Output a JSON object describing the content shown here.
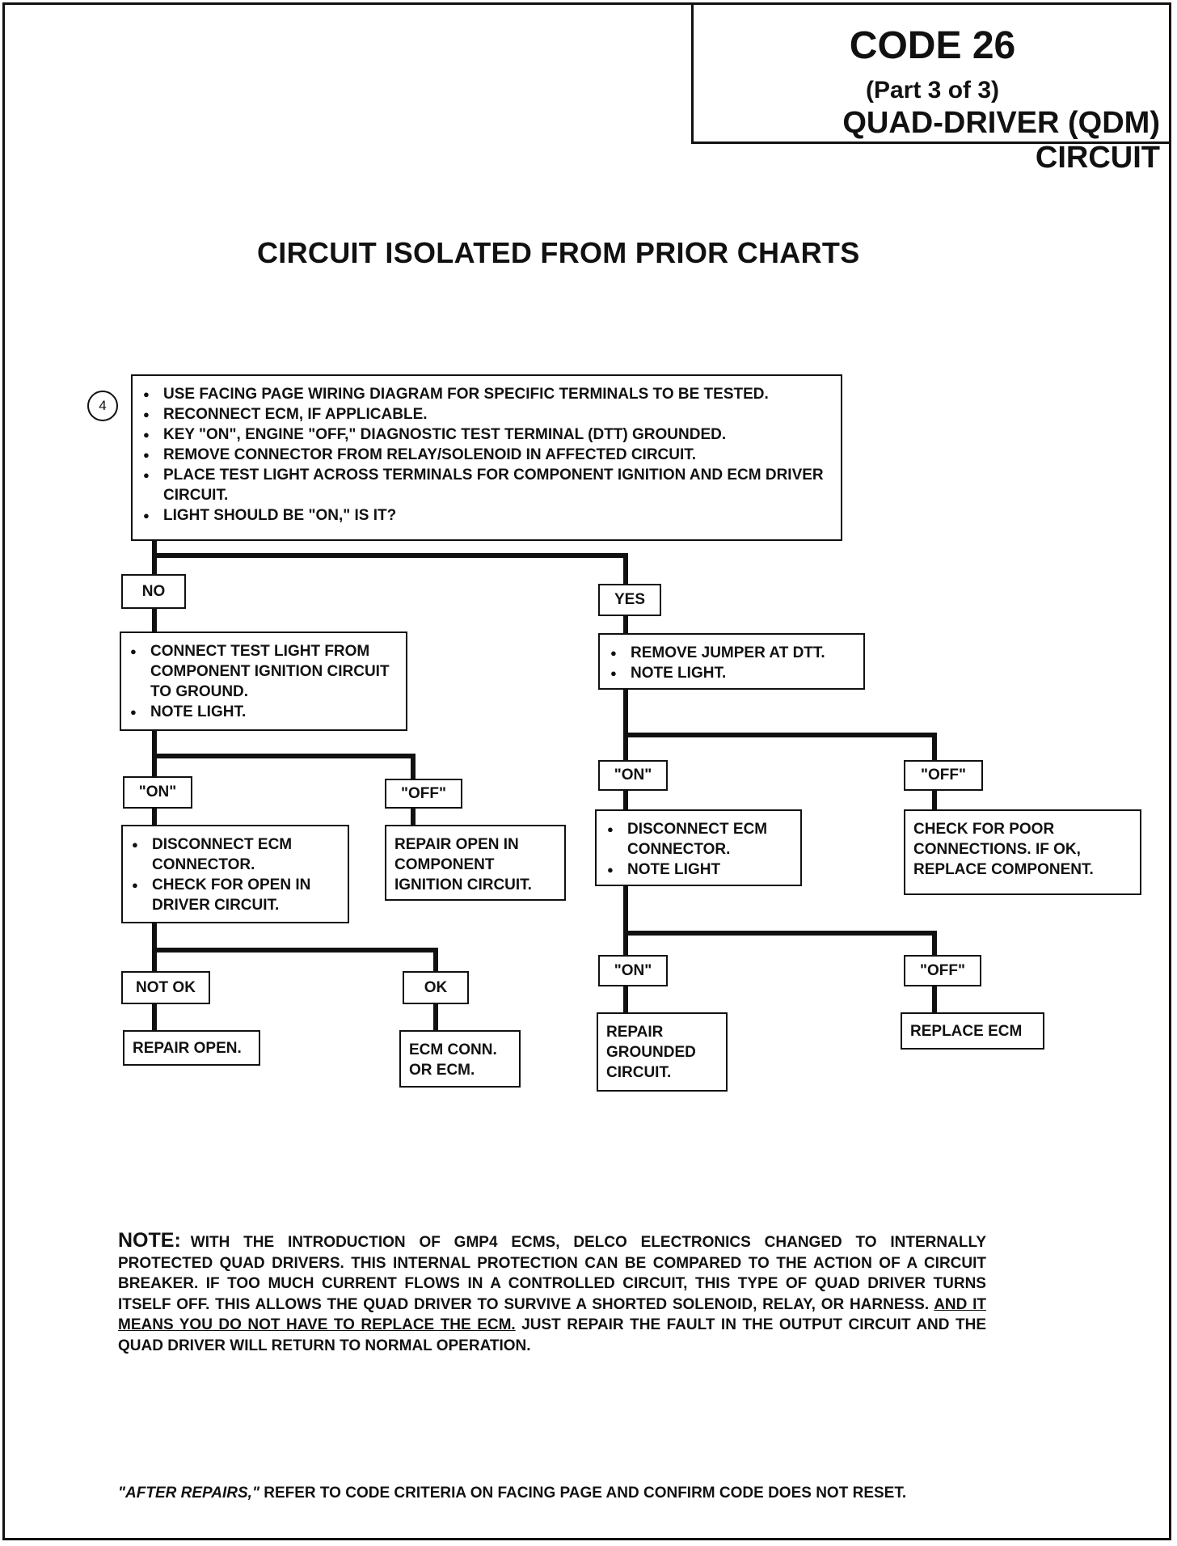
{
  "header": {
    "code": "CODE 26",
    "part": "(Part 3 of 3)",
    "circuit": "QUAD-DRIVER (QDM) CIRCUIT"
  },
  "heading": "CIRCUIT ISOLATED FROM PRIOR CHARTS",
  "step_number": "4",
  "start_box": {
    "items": [
      "USE FACING PAGE WIRING DIAGRAM FOR SPECIFIC TERMINALS TO BE TESTED.",
      "RECONNECT ECM, IF APPLICABLE.",
      "KEY \"ON\", ENGINE \"OFF,\" DIAGNOSTIC TEST TERMINAL (DTT) GROUNDED.",
      "REMOVE CONNECTOR FROM RELAY/SOLENOID IN AFFECTED CIRCUIT.",
      "PLACE TEST LIGHT ACROSS TERMINALS FOR COMPONENT IGNITION AND ECM DRIVER CIRCUIT.",
      "LIGHT SHOULD BE \"ON,\" IS IT?"
    ]
  },
  "branch_no": {
    "label": "NO",
    "box": [
      "CONNECT TEST LIGHT FROM COMPONENT IGNITION CIRCUIT TO GROUND.",
      "NOTE LIGHT."
    ],
    "on_label": "\"ON\"",
    "on_box": [
      "DISCONNECT ECM CONNECTOR.",
      "CHECK FOR OPEN IN DRIVER CIRCUIT."
    ],
    "off_label": "\"OFF\"",
    "off_box": "REPAIR OPEN IN COMPONENT IGNITION CIRCUIT.",
    "not_ok_label": "NOT OK",
    "not_ok_box": "REPAIR OPEN.",
    "ok_label": "OK",
    "ok_box": "ECM CONN. OR ECM."
  },
  "branch_yes": {
    "label": "YES",
    "box": [
      "REMOVE JUMPER AT DTT.",
      "NOTE LIGHT."
    ],
    "on_label": "\"ON\"",
    "on_box": [
      "DISCONNECT ECM CONNECTOR.",
      "NOTE LIGHT"
    ],
    "off_label": "\"OFF\"",
    "off_box": "CHECK FOR POOR CONNECTIONS. IF OK, REPLACE COMPONENT.",
    "on2_label": "\"ON\"",
    "on2_box": "REPAIR GROUNDED CIRCUIT.",
    "off2_label": "\"OFF\"",
    "off2_box": "REPLACE ECM"
  },
  "note": {
    "label": "NOTE:",
    "text_1": "WITH THE INTRODUCTION OF GMP4 ECMS, DELCO ELECTRONICS CHANGED TO INTERNALLY PROTECTED QUAD DRIVERS. THIS INTERNAL PROTECTION CAN BE COMPARED TO THE ACTION OF A CIRCUIT BREAKER. IF TOO MUCH CURRENT FLOWS IN A CONTROLLED CIRCUIT, THIS TYPE OF QUAD DRIVER TURNS ITSELF OFF. THIS ALLOWS THE QUAD DRIVER TO SURVIVE A SHORTED SOLENOID, RELAY, OR HARNESS.",
    "text_underlined": "AND IT MEANS YOU DO NOT HAVE TO REPLACE THE ECM.",
    "text_2": "JUST REPAIR THE FAULT IN THE OUTPUT CIRCUIT AND THE QUAD DRIVER WILL RETURN TO NORMAL OPERATION."
  },
  "footer": {
    "emphasis": "\"AFTER REPAIRS,\"",
    "text": "REFER TO CODE CRITERIA ON FACING PAGE AND CONFIRM CODE DOES NOT RESET."
  }
}
